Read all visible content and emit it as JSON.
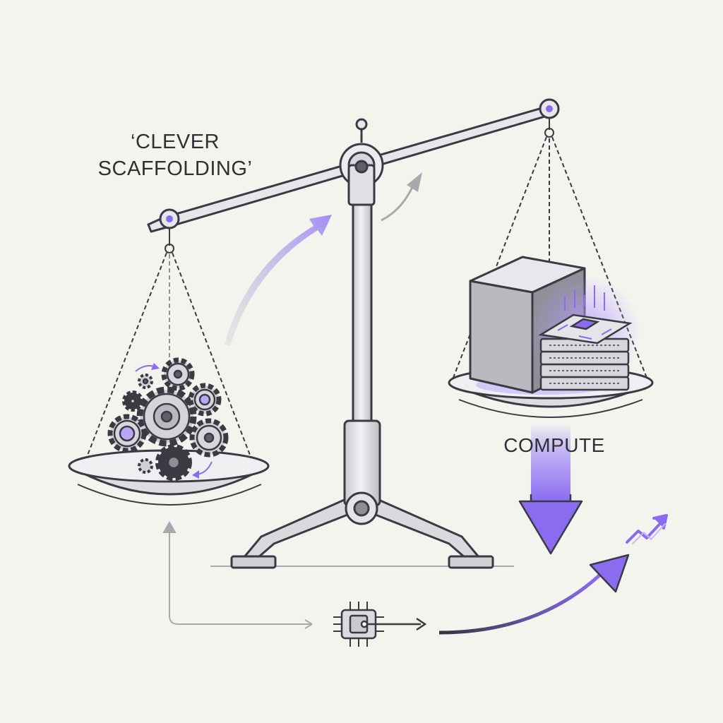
{
  "labels": {
    "scaffolding_line1": "‘CLEVER",
    "scaffolding_line2": "SCAFFOLDING’",
    "compute": "COMPUTE"
  },
  "colors": {
    "background": "#f4f4ef",
    "outline": "#3a3a42",
    "metal": "#d9d9de",
    "accent": "#8b6cf0",
    "accent_light": "#b9a6fb",
    "dark_gear": "#3b3b42",
    "flow_gray": "#a8a8ae"
  },
  "icons": {
    "left_pan_contents": "gears-icon",
    "right_pan_contents": "server-and-chip-stack-icon",
    "bottom_processor": "cpu-chip-icon",
    "trend": "trend-up-icon"
  }
}
